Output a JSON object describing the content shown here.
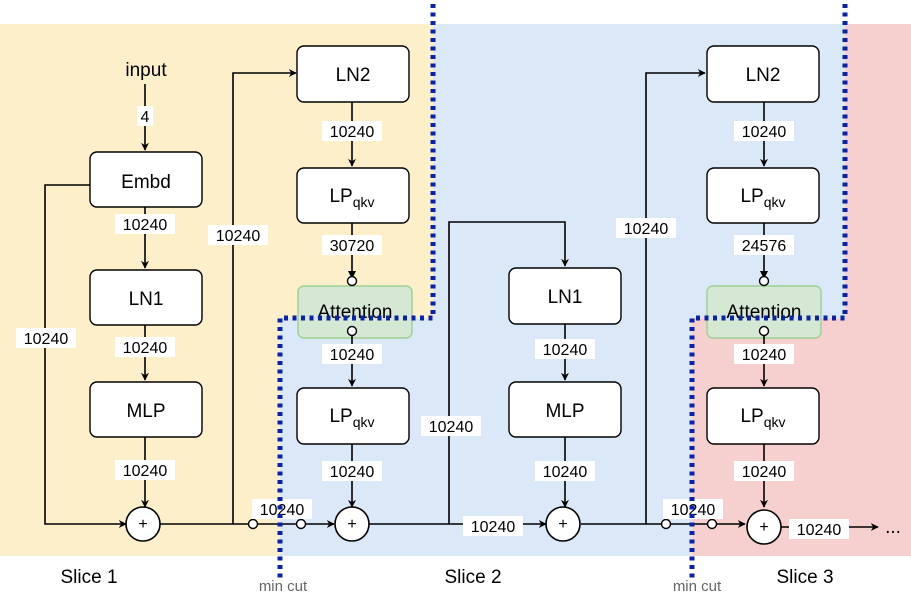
{
  "colors": {
    "slice1_bg": "#fdefc9",
    "slice2_bg": "#dae8f8",
    "slice3_bg": "#f6cfcf",
    "attention_fill": "#d5e8d4",
    "attention_stroke": "#9fcf96",
    "cut_line": "#0a22a8"
  },
  "slices": [
    "Slice 1",
    "Slice 2",
    "Slice 3"
  ],
  "cut_labels": [
    "min cut",
    "min cut"
  ],
  "input_label": "input",
  "ellipsis": "...",
  "adder_symbol": "+",
  "nodes": {
    "embd": "Embd",
    "ln1_a": "LN1",
    "mlp_a": "MLP",
    "ln2_a": "LN2",
    "lpqkv_a": "LP",
    "attention_a": "Attention",
    "lpqkv_b": "LP",
    "ln1_b": "LN1",
    "mlp_b": "MLP",
    "ln2_b": "LN2",
    "lpqkv_c": "LP",
    "attention_b": "Attention",
    "lpqkv_d": "LP"
  },
  "subscript": "qkv",
  "edge_labels": {
    "input_embd": "4",
    "embd_ln1": "10240",
    "ln1_mlp": "10240",
    "mlp_add1": "10240",
    "embd_skip": "10240",
    "add1_ln2": "10240",
    "ln2_lpqkv_a": "10240",
    "lpqkv_attn_a": "30720",
    "attn_lpqkv_b": "10240",
    "lpqkv_b_add2": "10240",
    "cut1": "10240",
    "add2_ln1b": "10240",
    "add2_add3": "10240",
    "ln1b_mlpb": "10240",
    "mlpb_add3": "10240",
    "add3_ln2b": "10240",
    "ln2b_lpqkv_c": "10240",
    "lpqkv_c_attn_b": "24576",
    "attn_b_lpqkv_d": "10240",
    "lpqkv_d_add4": "10240",
    "cut2": "10240",
    "add4_out": "10240"
  }
}
